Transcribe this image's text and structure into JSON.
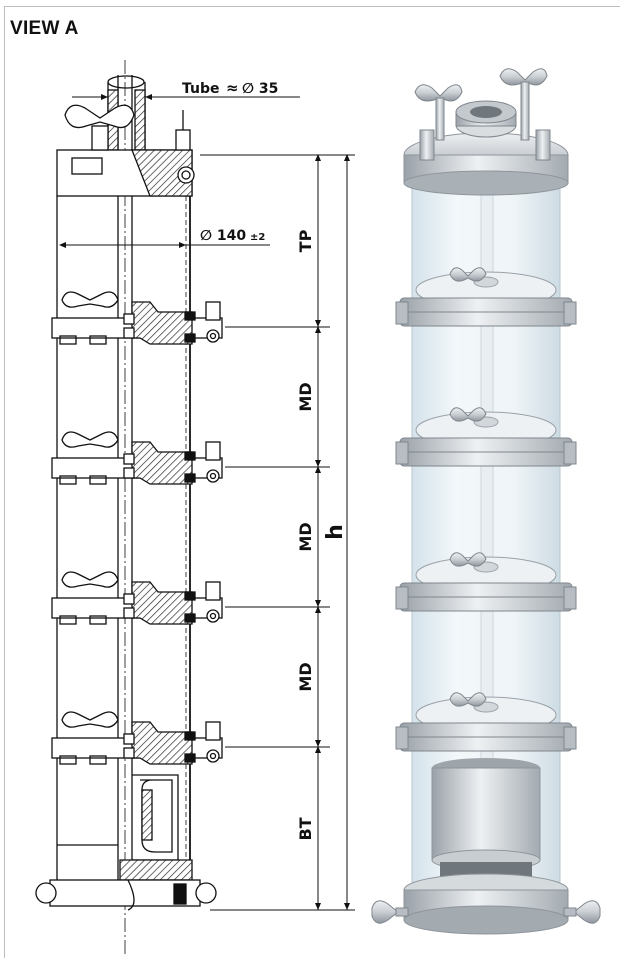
{
  "view_title": "VIEW A",
  "dims": {
    "tube_label": "Tube",
    "tube_approx": "≈",
    "tube_diameter": "∅ 35",
    "diameter": "∅ 140",
    "diameter_tol": "±2",
    "top_section": "TP",
    "module_1": "MD",
    "module_2": "MD",
    "module_3": "MD",
    "bottom_section": "BT",
    "height": "h"
  },
  "colors": {
    "line": "#111111",
    "hatch": "#2a2a2a",
    "metal": "#c9ced3",
    "glass": "#e9f1f5"
  }
}
